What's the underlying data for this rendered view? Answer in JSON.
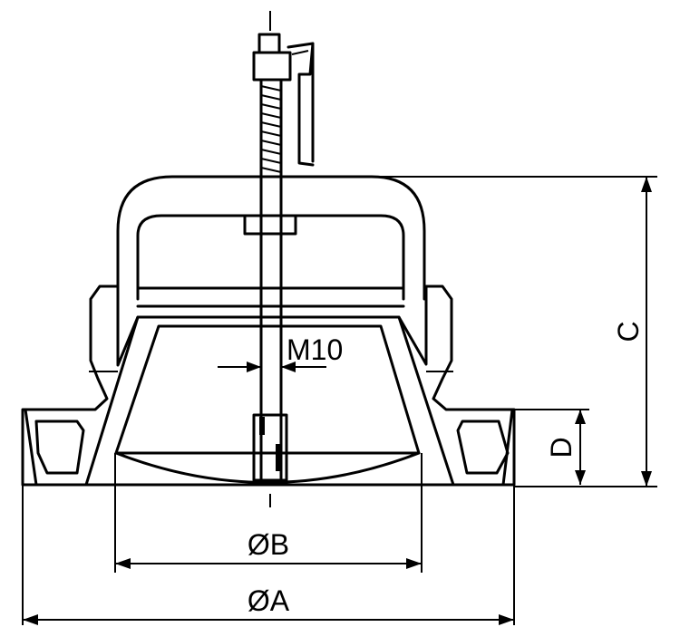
{
  "labels": {
    "thread": "M10",
    "dim_a": "ØA",
    "dim_b": "ØB",
    "dim_c": "C",
    "dim_d": "D"
  },
  "colors": {
    "ink": "#000000",
    "paper": "#ffffff"
  }
}
